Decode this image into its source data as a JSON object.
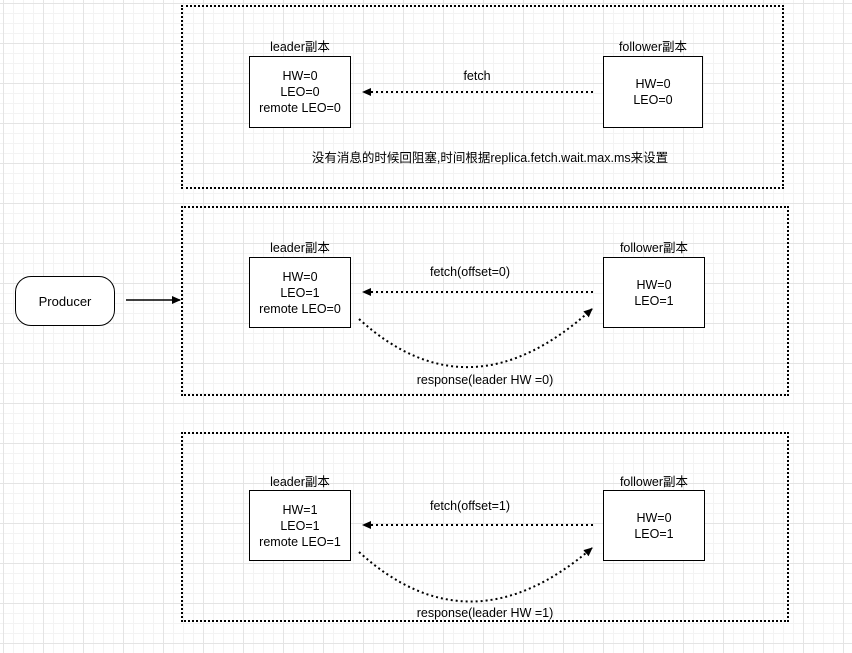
{
  "panels": [
    {
      "leader_title": "leader副本",
      "leader_lines": [
        "HW=0",
        "LEO=0",
        "remote LEO=0"
      ],
      "follower_title": "follower副本",
      "follower_lines": [
        "HW=0",
        "LEO=0"
      ],
      "fetch_label": "fetch",
      "note": "没有消息的时候回阻塞,时间根据replica.fetch.wait.max.ms来设置"
    },
    {
      "leader_title": "leader副本",
      "leader_lines": [
        "HW=0",
        "LEO=1",
        "remote LEO=0"
      ],
      "follower_title": "follower副本",
      "follower_lines": [
        "HW=0",
        "LEO=1"
      ],
      "fetch_label": "fetch(offset=0)",
      "response_label": "response(leader HW =0)"
    },
    {
      "leader_title": "leader副本",
      "leader_lines": [
        "HW=1",
        "LEO=1",
        "remote LEO=1"
      ],
      "follower_title": "follower副本",
      "follower_lines": [
        "HW=0",
        "LEO=1"
      ],
      "fetch_label": "fetch(offset=1)",
      "response_label": "response(leader HW =1)"
    }
  ],
  "producer_label": "Producer"
}
